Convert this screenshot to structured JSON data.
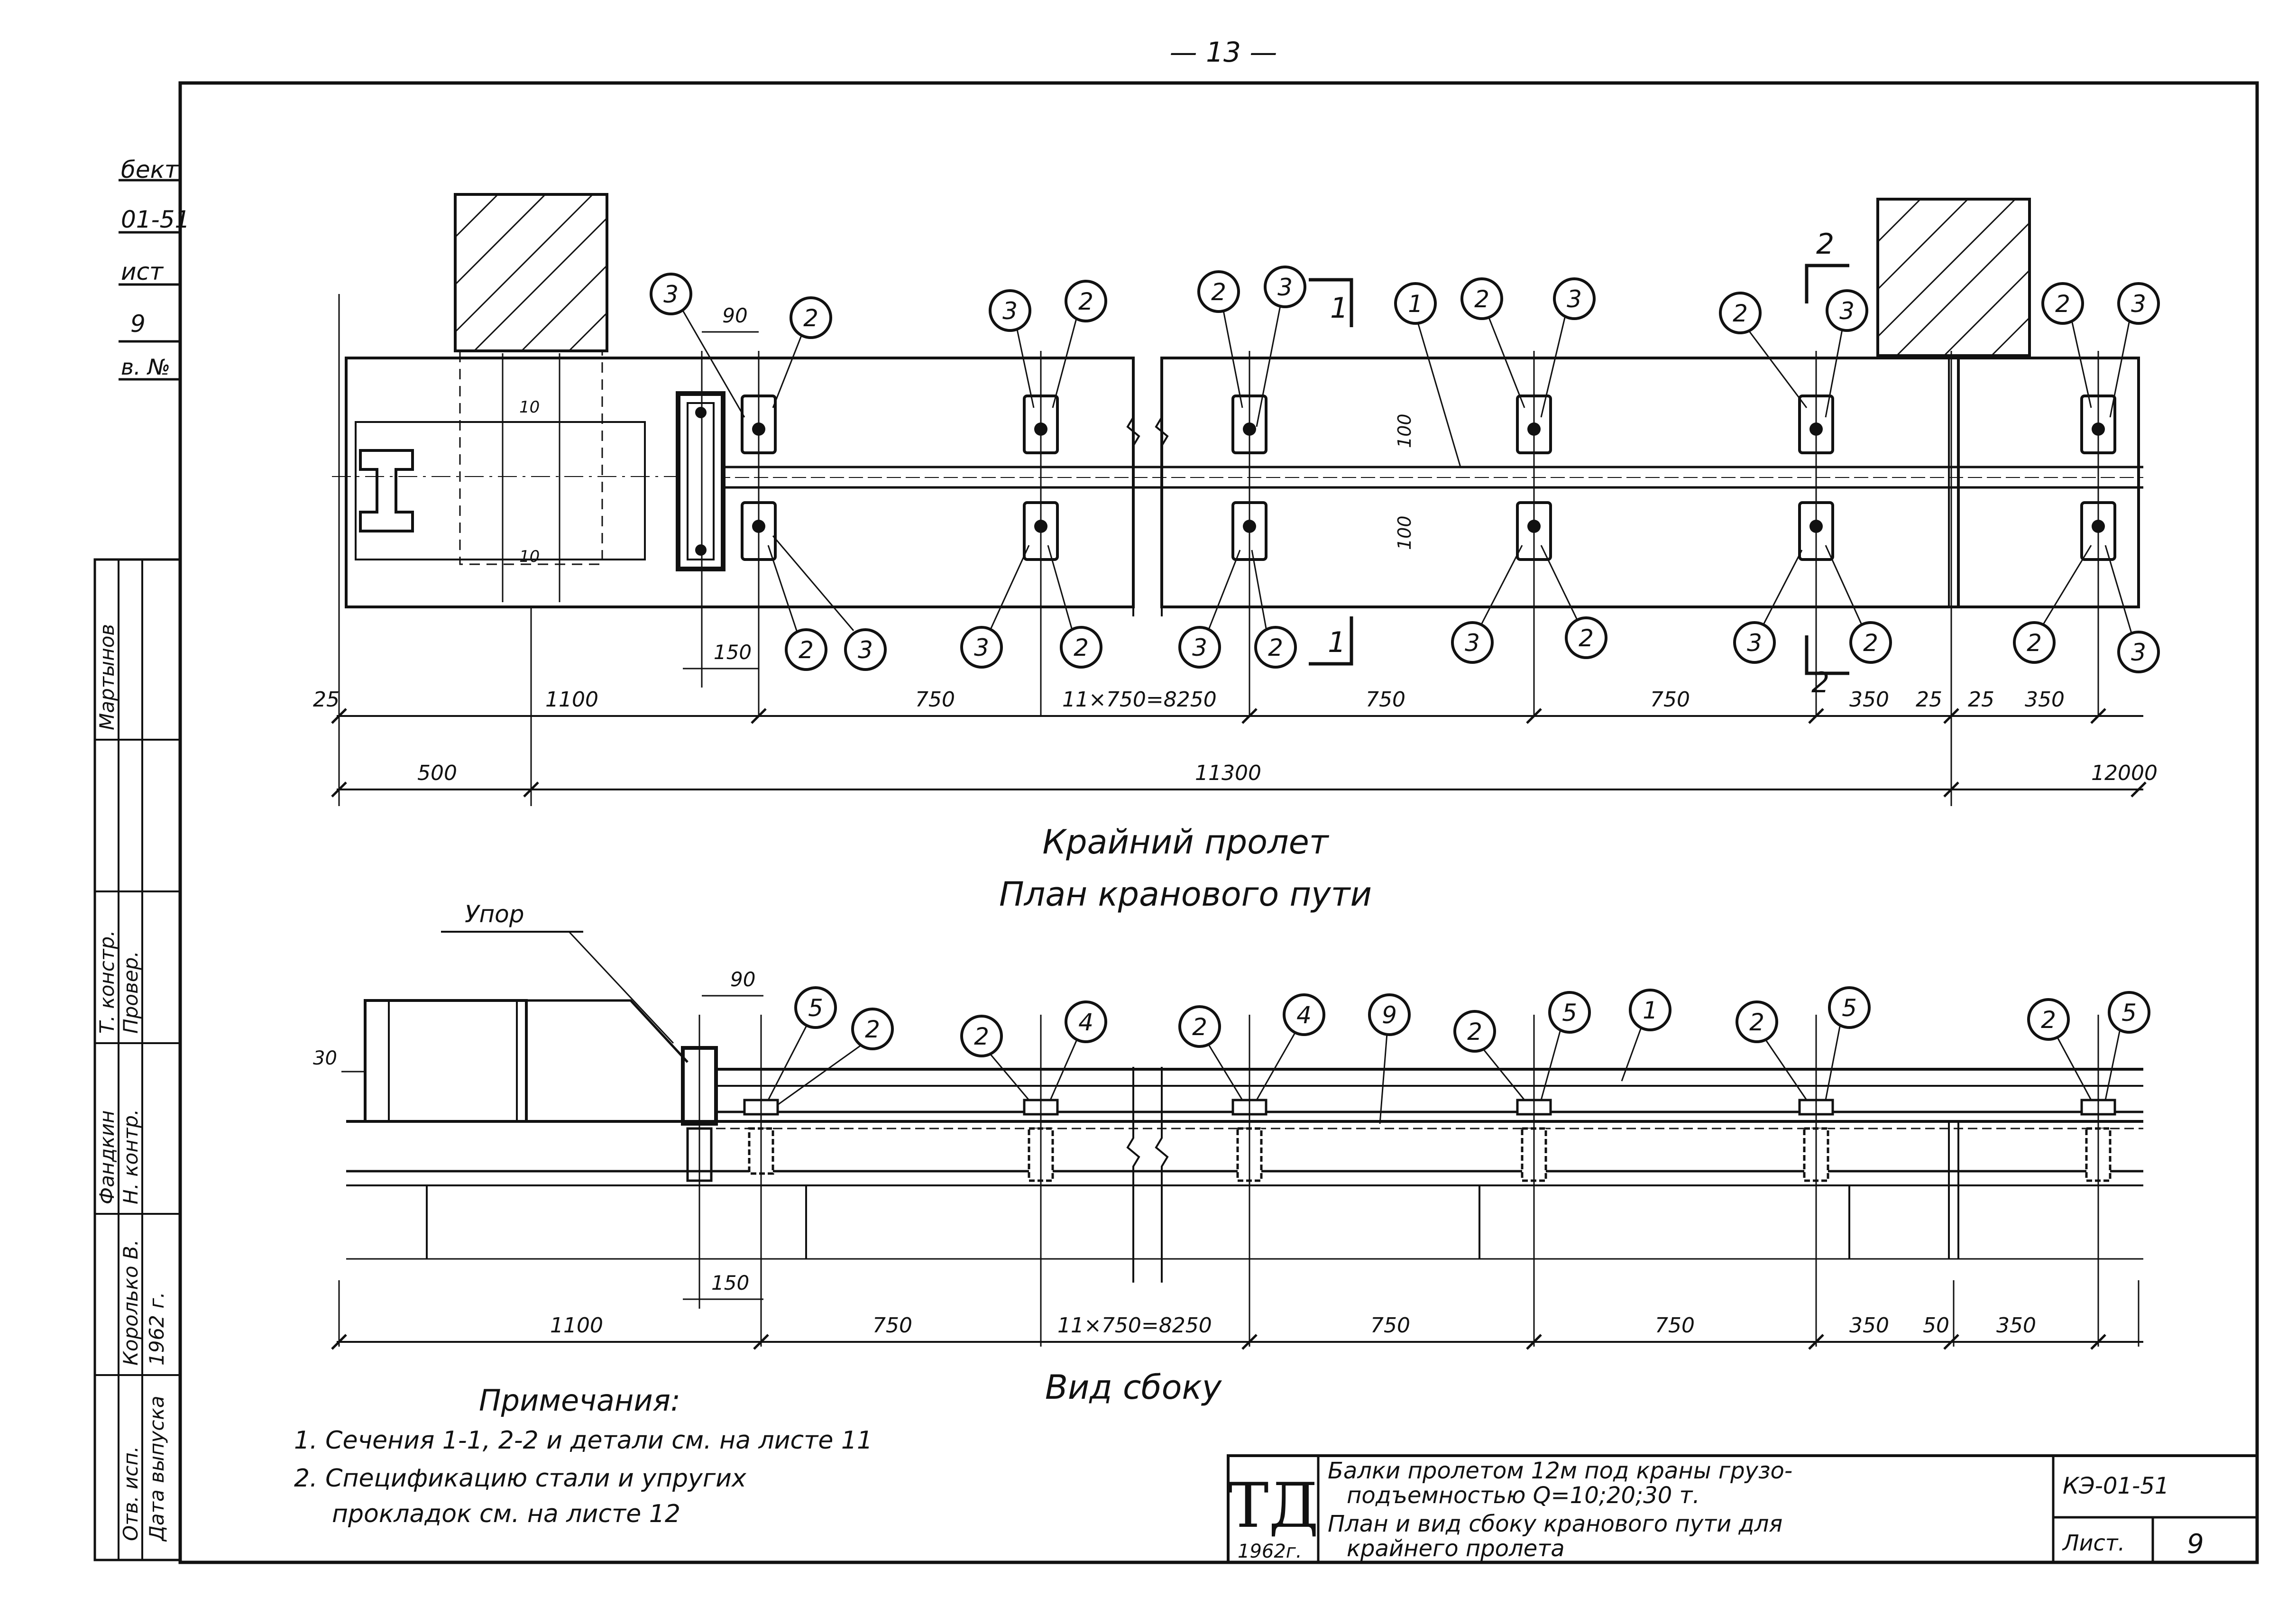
{
  "page_number": "— 13 —",
  "left_strip": {
    "fragments": [
      "бект",
      "01-51",
      "ист",
      "9",
      "в. №"
    ],
    "roles": [
      "Т. констр.",
      "Провер.",
      "Н. контр.",
      "Отв. исп.",
      "Дата выпуска"
    ],
    "names": [
      "Мартынов",
      "",
      "Фандкин",
      "Королько В.",
      ""
    ],
    "date": "1962 г."
  },
  "plan": {
    "title_line1": "Крайний пролет",
    "title_line2": "План кранового пути",
    "dims_top": [
      "25",
      "1100",
      "750",
      "11×750=8250",
      "750",
      "750",
      "350",
      "25",
      "25",
      "350"
    ],
    "dims_bottom": [
      "500",
      "11300",
      "12000"
    ],
    "dims_local": [
      "90",
      "150",
      "10",
      "10",
      "100",
      "100"
    ],
    "section_marks": [
      "1",
      "1",
      "2",
      "2"
    ],
    "callouts_top": [
      "3",
      "2",
      "3",
      "2",
      "2",
      "3",
      "1",
      "2",
      "3",
      "2",
      "3",
      "2",
      "3"
    ],
    "callouts_bottom": [
      "2",
      "3",
      "3",
      "2",
      "3",
      "2",
      "3",
      "2",
      "3",
      "2",
      "2",
      "3"
    ]
  },
  "side": {
    "title": "Вид сбоку",
    "stop_label": "Упор",
    "height_label": "30",
    "dims": [
      "1100",
      "750",
      "11×750=8250",
      "750",
      "750",
      "350",
      "50",
      "350"
    ],
    "dims_local": [
      "90",
      "150"
    ],
    "callouts": [
      "5",
      "2",
      "2",
      "4",
      "2",
      "4",
      "9",
      "2",
      "5",
      "1",
      "2",
      "5",
      "2",
      "5"
    ]
  },
  "notes": {
    "heading": "Примечания:",
    "items": [
      "1. Сечения 1-1, 2-2 и детали см. на листе 11",
      "2. Спецификацию стали и упругих",
      "прокладок  см. на листе 12"
    ]
  },
  "title_block": {
    "logo": "ТД",
    "year": "1962г.",
    "line1": "Балки пролетом 12м под краны грузо-",
    "line2": "подъемностью Q=10;20;30 т.",
    "line3": "План и вид сбоку кранового пути для",
    "line4": "крайнего пролета",
    "code": "КЭ-01-51",
    "sheet_label": "Лист.",
    "sheet_number": "9"
  }
}
